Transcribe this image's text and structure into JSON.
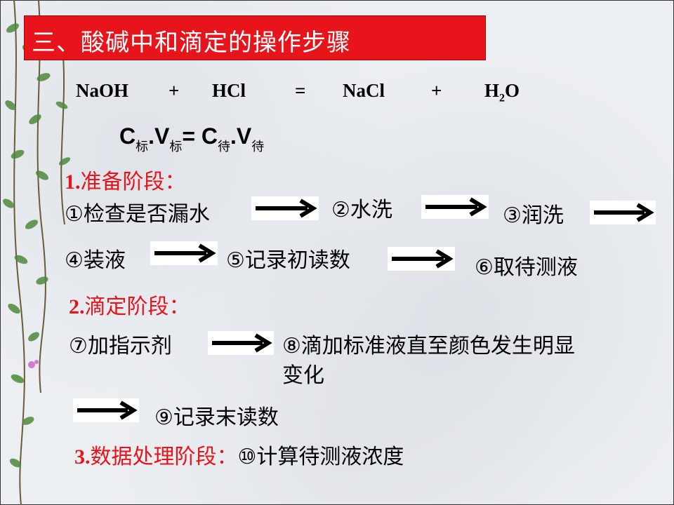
{
  "title": "三、酸碱中和滴定的操作步骤",
  "equation": {
    "r1": "NaOH",
    "plus1": "+",
    "r2": "HCl",
    "eq": "=",
    "p1": "NaCl",
    "plus2": "+",
    "p2_main": "H",
    "p2_sub": "2",
    "p2_end": "O"
  },
  "formula": {
    "c": "C",
    "std": "标",
    "dot1": ".V",
    "eq": "= C",
    "unk": "待",
    "dot2": ".V"
  },
  "stage1": {
    "num": "1.",
    "label": "准备阶段："
  },
  "stage2": {
    "num": "2.",
    "label": "滴定阶段："
  },
  "stage3": {
    "num": "3.",
    "label": "数据处理阶段："
  },
  "steps": {
    "s1": "①检查是否漏水",
    "s2": "②水洗",
    "s3": "③润洗",
    "s4": "④装液",
    "s5": "⑤记录初读数",
    "s6": "⑥取待测液",
    "s7": "⑦加指示剂",
    "s8_line1": "⑧滴加标准液直至颜色发生明显",
    "s8_line2": "变化",
    "s9": "⑨记录末读数",
    "s10": "⑩计算待测液浓度"
  },
  "colors": {
    "title_bg": "#e8141b",
    "title_text": "#ffffff",
    "stage_text": "#e8141b"
  }
}
